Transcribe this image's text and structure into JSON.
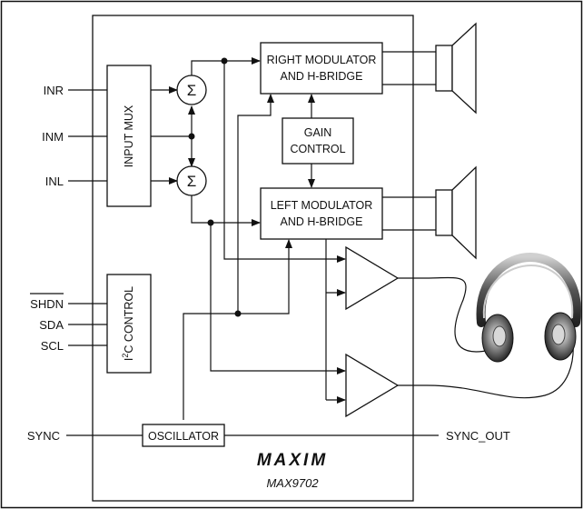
{
  "chip": {
    "brand": "MAXIM",
    "part_number": "MAX9702"
  },
  "inputs": {
    "inr": "INR",
    "inm": "INM",
    "inl": "INL"
  },
  "control_pins": {
    "shdn": "SHDN",
    "sda": "SDA",
    "scl": "SCL",
    "sync": "SYNC",
    "sync_out": "SYNC_OUT"
  },
  "blocks": {
    "input_mux": "INPUT MUX",
    "sum_symbol": "Σ",
    "right_modulator_line1": "RIGHT MODULATOR",
    "right_modulator_line2": "AND H-BRIDGE",
    "left_modulator_line1": "LEFT MODULATOR",
    "left_modulator_line2": "AND H-BRIDGE",
    "gain_control_line1": "GAIN",
    "gain_control_line2": "CONTROL",
    "i2c_prefix": "I",
    "i2c_superscript": "2",
    "i2c_suffix": "C CONTROL",
    "oscillator": "OSCILLATOR"
  },
  "icons": {
    "speakers": "speaker-icon",
    "headphones": "headphones-icon"
  }
}
